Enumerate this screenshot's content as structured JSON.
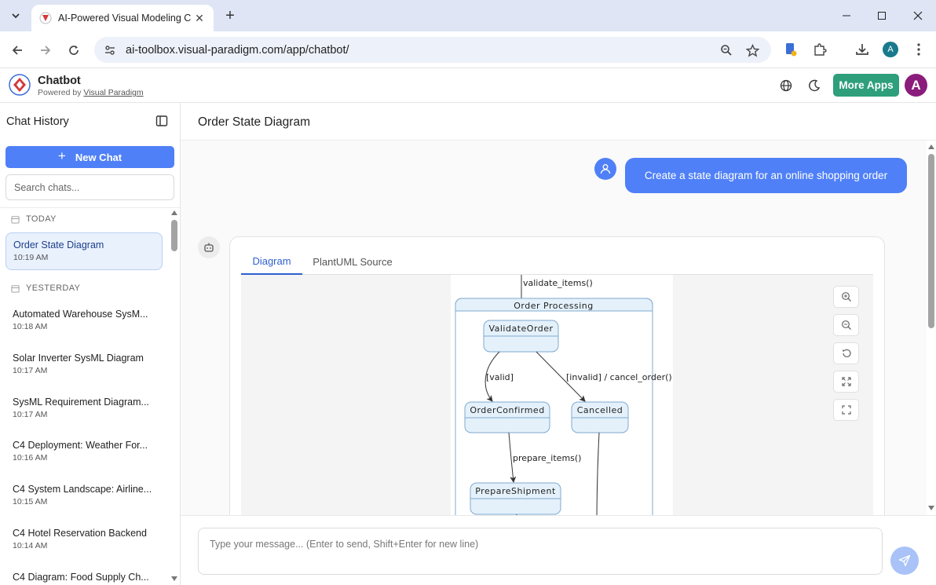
{
  "browser": {
    "tab_title": "AI-Powered Visual Modeling Ch",
    "url": "ai-toolbox.visual-paradigm.com/app/chatbot/",
    "profile_initial": "A"
  },
  "header": {
    "app_title": "Chatbot",
    "powered_by": "Powered by",
    "powered_by_link": "Visual Paradigm",
    "more_apps_label": "More Apps",
    "avatar_initial": "A"
  },
  "sidebar": {
    "title": "Chat History",
    "new_chat_label": "New Chat",
    "search_placeholder": "Search chats...",
    "groups": {
      "today": "TODAY",
      "yesterday": "YESTERDAY"
    },
    "items": [
      {
        "title": "Order State Diagram",
        "time": "10:19 AM"
      },
      {
        "title": "Automated Warehouse SysM...",
        "time": "10:18 AM"
      },
      {
        "title": "Solar Inverter SysML Diagram",
        "time": "10:17 AM"
      },
      {
        "title": "SysML Requirement Diagram...",
        "time": "10:17 AM"
      },
      {
        "title": "C4 Deployment: Weather For...",
        "time": "10:16 AM"
      },
      {
        "title": "C4 System Landscape: Airline...",
        "time": "10:15 AM"
      },
      {
        "title": "C4 Hotel Reservation Backend",
        "time": "10:14 AM"
      },
      {
        "title": "C4 Diagram: Food Supply Ch...",
        "time": ""
      }
    ]
  },
  "main": {
    "title": "Order State Diagram",
    "user_message": "Create a state diagram for an online shopping order",
    "tabs": [
      "Diagram",
      "PlantUML Source"
    ],
    "input_placeholder": "Type your message... (Enter to send, Shift+Enter for new line)"
  },
  "diagram": {
    "entry_label": "validate_items()",
    "composite_state": "Order Processing",
    "states": {
      "validate": "ValidateOrder",
      "confirmed": "OrderConfirmed",
      "cancelled": "Cancelled",
      "shipment": "PrepareShipment"
    },
    "transitions": {
      "valid": "[valid]",
      "invalid": "[invalid] / cancel_order()",
      "prepare": "prepare_items()"
    },
    "colors": {
      "state_fill": "#e4f1fb",
      "state_stroke": "#7fa9cf",
      "accent": "#4f80f7",
      "brand_green": "#2e9e7b"
    }
  }
}
